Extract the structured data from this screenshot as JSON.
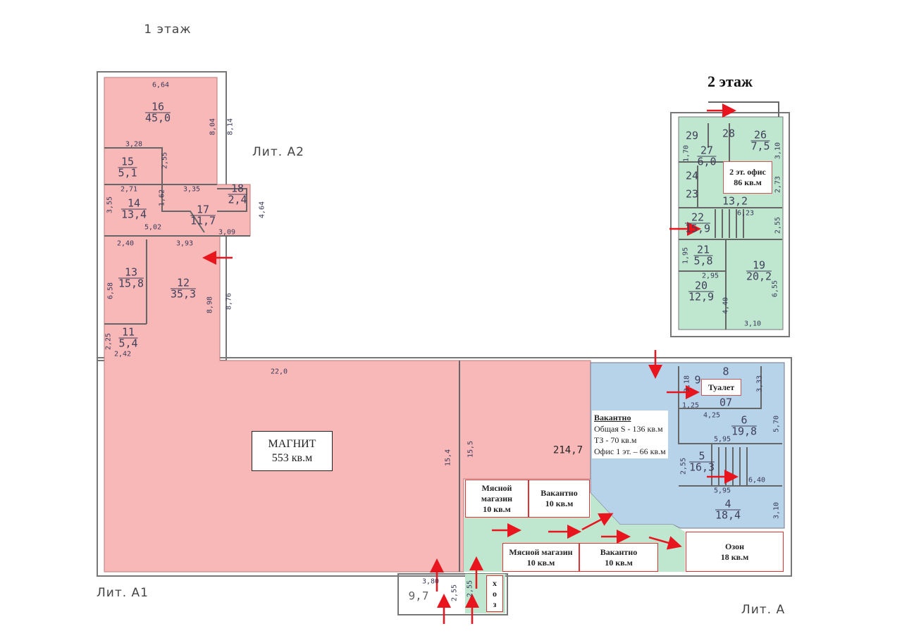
{
  "labels": {
    "floor1": "1 этаж",
    "floor2": "2 этаж",
    "lit_a2": "Лит. А2",
    "lit_a1": "Лит. А1",
    "lit_a": "Лит. А"
  },
  "colors": {
    "magnit": "#f8b8b8",
    "corridor": "#bfe6cf",
    "vacant": "#b7d3ea",
    "floor2": "#bfe6cf",
    "arrow": "#e8141e"
  },
  "tenants": {
    "magnit": {
      "name": "МАГНИТ",
      "area": "553 кв.м"
    },
    "office2": {
      "name": "2 эт. офис",
      "area": "86 кв.м"
    },
    "toilet": {
      "name": "Туалет"
    },
    "vacant_big": {
      "title": "Вакантно",
      "line1": "Общая S - 136 кв.м",
      "line2": "ТЗ - 70 кв.м",
      "line3": "Офис 1 эт. – 66 кв.м"
    },
    "meat1": {
      "name": "Мясной магазин",
      "area": "10 кв.м"
    },
    "vacant1": {
      "name": "Вакантно",
      "area": "10 кв.м"
    },
    "meat2": {
      "name": "Мясной магазин",
      "area": "10 кв.м"
    },
    "vacant2": {
      "name": "Вакантно",
      "area": "10 кв.м"
    },
    "ozon": {
      "name": "Озон",
      "area": "18 кв.м"
    },
    "hoz": {
      "name": "х о з"
    }
  },
  "rooms": {
    "r16": {
      "num": "16",
      "area": "45,0"
    },
    "r15": {
      "num": "15",
      "area": "5,1"
    },
    "r18": {
      "num": "18",
      "area": "2,4"
    },
    "r14": {
      "num": "14",
      "area": "13,4"
    },
    "r17": {
      "num": "17",
      "area": "11,7"
    },
    "r13": {
      "num": "13",
      "area": "15,8"
    },
    "r12": {
      "num": "12",
      "area": "35,3"
    },
    "r11": {
      "num": "11",
      "area": "5,4"
    },
    "r26": {
      "num": "26",
      "area": "7,5"
    },
    "r27": {
      "num": "27",
      "area": "6,0"
    },
    "r22": {
      "num": "22",
      "area": "15,9"
    },
    "r21": {
      "num": "21",
      "area": "5,8"
    },
    "r19": {
      "num": "19",
      "area": "20,2"
    },
    "r20": {
      "num": "20",
      "area": "12,9"
    },
    "r6": {
      "num": "6",
      "area": "19,8"
    },
    "r5": {
      "num": "5",
      "area": "16,3"
    },
    "r4": {
      "num": "4",
      "area": "18,4"
    },
    "r29": "29",
    "r28": "28",
    "r24": "24",
    "r23": "23",
    "r13_2": "13,2",
    "r9": "9",
    "r8": "8",
    "r7": "07",
    "big": "214,7",
    "annex": "9,7"
  },
  "dims": [
    "6,64",
    "8,04",
    "8,14",
    "3,28",
    "2,55",
    "2,71",
    "3,35",
    "1,62",
    "3,55",
    "4,64",
    "5,02",
    "3,09",
    "2,40",
    "3,93",
    "6,58",
    "8,98",
    "8,76",
    "2,25",
    "2,42",
    "22,0",
    "15,4",
    "15,5",
    "3,80",
    "2,55",
    "2,55",
    "1,70",
    "3,10",
    "2,73",
    "6,23",
    "2,55",
    "1,95",
    "2,95",
    "6,55",
    "4,40",
    "3,10",
    "3,18",
    "3,33",
    "1,25",
    "4,25",
    "5,70",
    "5,95",
    "2,55",
    "6,40",
    "5,95",
    "3,10"
  ]
}
